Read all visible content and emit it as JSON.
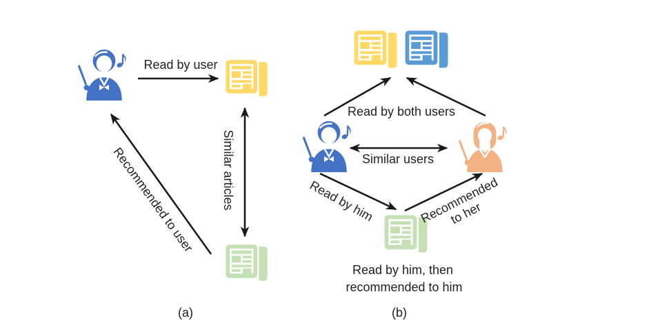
{
  "figure": {
    "panel_a": {
      "caption": "(a)",
      "labels": {
        "read_by_user": "Read by user",
        "similar_articles": "Similar articles",
        "recommended_to_user": "Recommended to user"
      }
    },
    "panel_b": {
      "caption": "(b)",
      "labels": {
        "read_by_both_users": "Read by both users",
        "similar_users": "Similar users",
        "read_by_him": "Read by him",
        "recommended_to_her_line1": "Recommended",
        "recommended_to_her_line2": "to her",
        "green_article_caption_line1": "Read by him, then",
        "green_article_caption_line2": "recommended to him"
      }
    }
  },
  "colors": {
    "user_blue": "#4472C4",
    "user_orange": "#F4B183",
    "paper_yellow": "#FFD966",
    "paper_blue": "#5B9BD5",
    "paper_green": "#C5E0B4",
    "arrow": "#1a1a1a",
    "text": "#1f1f1f"
  },
  "icons": {
    "male_user": "male-conductor-with-music-note",
    "female_user": "female-conductor-with-music-note",
    "article": "newspaper"
  }
}
